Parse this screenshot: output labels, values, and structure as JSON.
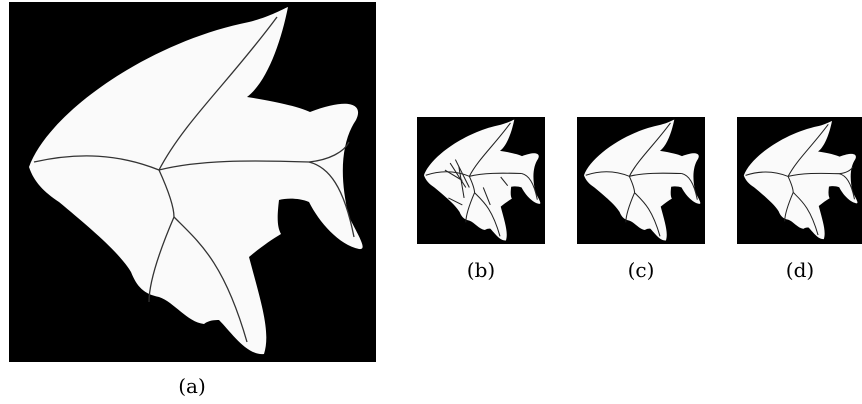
{
  "figure": {
    "panels": [
      {
        "id": "a",
        "caption": "(a)"
      },
      {
        "id": "b",
        "caption": "(b)"
      },
      {
        "id": "c",
        "caption": "(c)"
      },
      {
        "id": "d",
        "caption": "(d)"
      }
    ]
  },
  "colors": {
    "background": "#000000",
    "fish": "#fafafa",
    "skeleton": "#333333"
  }
}
